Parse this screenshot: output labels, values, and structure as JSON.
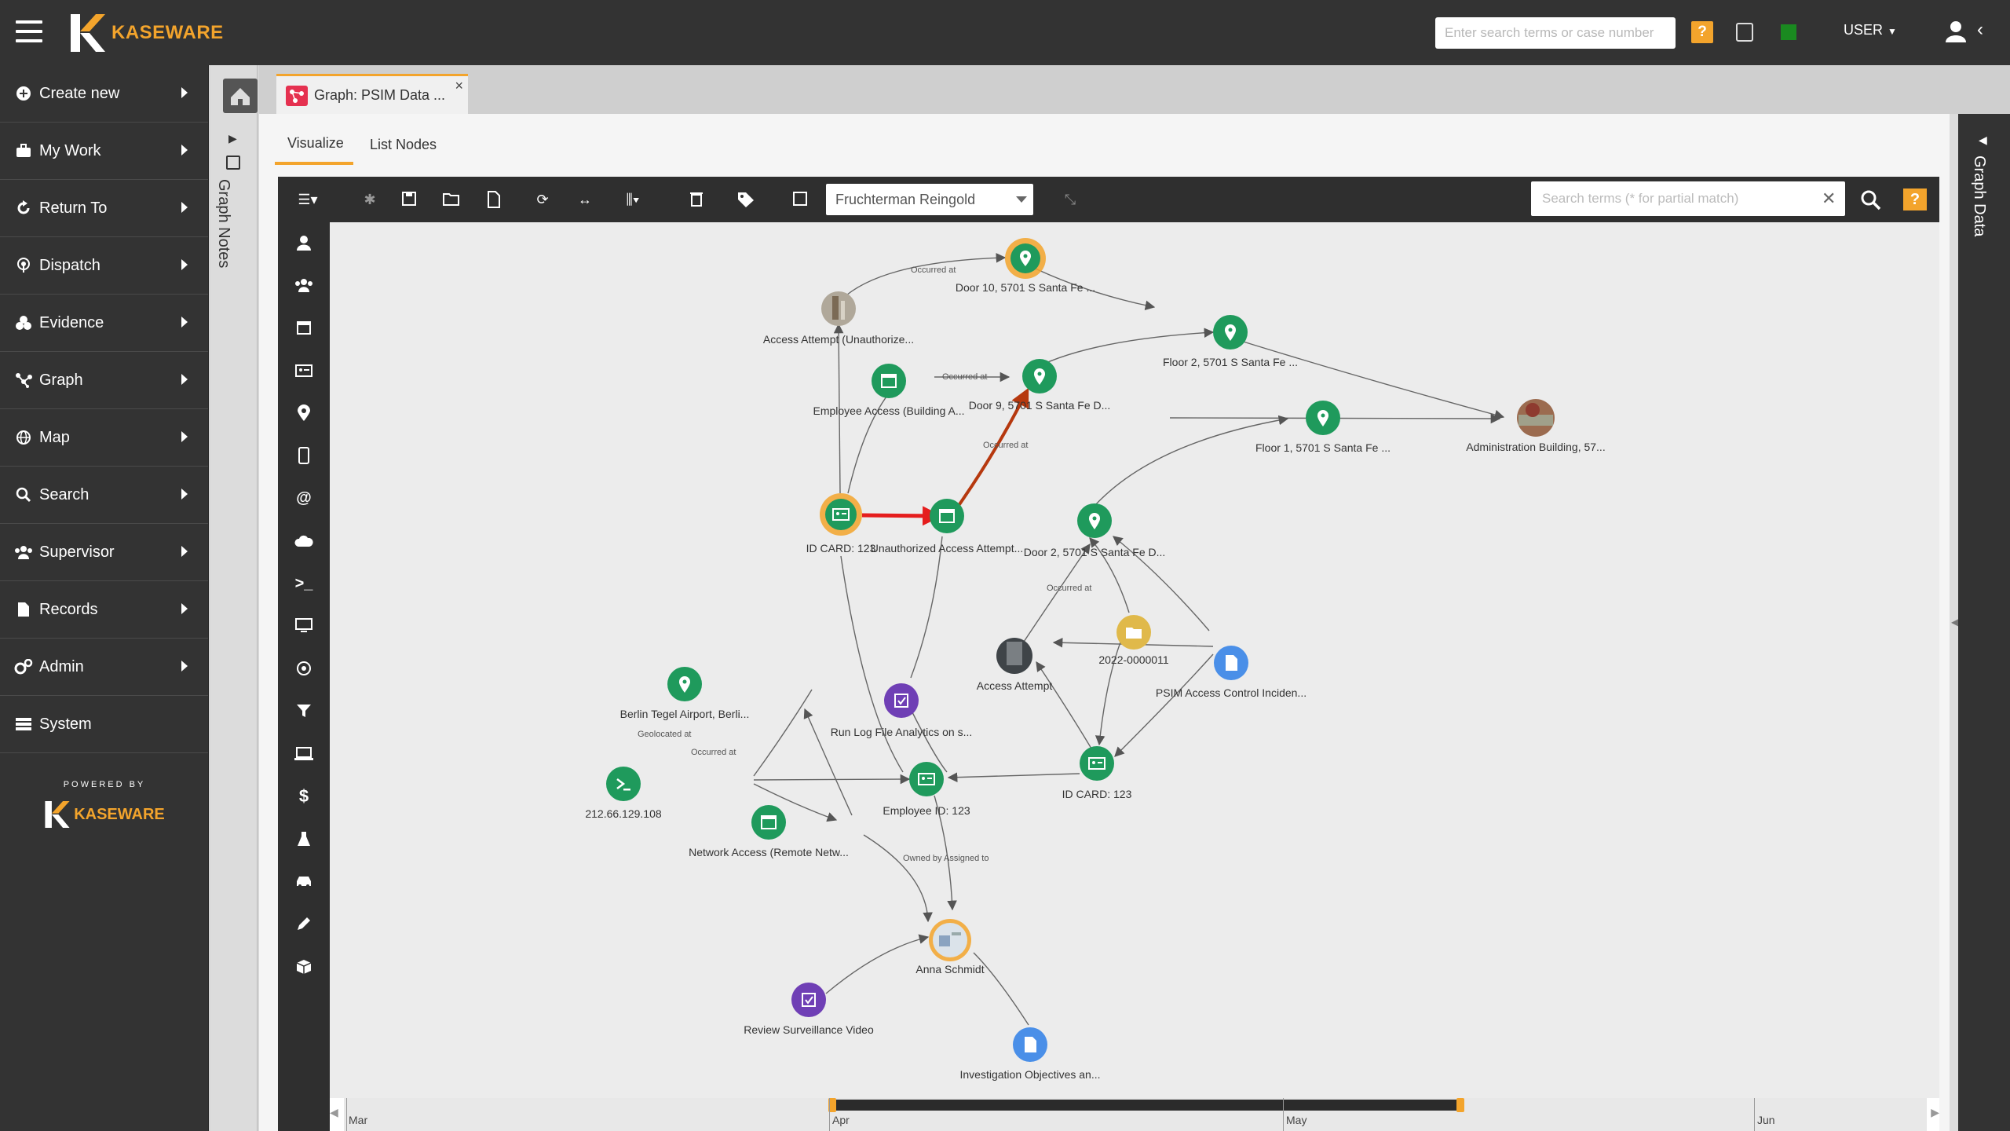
{
  "app": {
    "logo_text": "KASEWARE",
    "search_placeholder": "Enter search terms or case number",
    "help_label": "?",
    "user_label": "USER",
    "colors": {
      "accent": "#f3a42c",
      "topbar": "#333333",
      "node_green": "#1f9a5c",
      "node_purple": "#6f3fb5",
      "node_blue": "#4a8fe8",
      "node_yellow": "#e0b94a",
      "highlight_edge": "#e51d1d",
      "highlight_edge2": "#b6380e"
    }
  },
  "sidebar": {
    "items": [
      {
        "label": "Create new",
        "icon": "plus-circle-icon"
      },
      {
        "label": "My Work",
        "icon": "briefcase-icon"
      },
      {
        "label": "Return To",
        "icon": "refresh-icon"
      },
      {
        "label": "Dispatch",
        "icon": "broadcast-icon"
      },
      {
        "label": "Evidence",
        "icon": "evidence-icon"
      },
      {
        "label": "Graph",
        "icon": "graph-icon"
      },
      {
        "label": "Map",
        "icon": "globe-icon"
      },
      {
        "label": "Search",
        "icon": "search-icon"
      },
      {
        "label": "Supervisor",
        "icon": "users-icon"
      },
      {
        "label": "Records",
        "icon": "document-icon"
      },
      {
        "label": "Admin",
        "icon": "cogs-icon"
      },
      {
        "label": "System",
        "icon": "list-icon"
      }
    ],
    "powered_by": "POWERED BY",
    "powered_logo": "KASEWARE"
  },
  "graph_notes_label": "Graph Notes",
  "graph_data_label": "Graph Data",
  "tab": {
    "title": "Graph: PSIM Data ...",
    "close": "×"
  },
  "subtabs": {
    "visualize": "Visualize",
    "list_nodes": "List Nodes"
  },
  "graph_toolbar": {
    "layout": "Fruchterman Reingold",
    "search_placeholder": "Search terms (* for partial match)",
    "clear": "✕",
    "help": "?"
  },
  "graph": {
    "nodes": [
      {
        "id": "n1",
        "label": "Door 10, 5701 S  Santa Fe ...",
        "kind": "location",
        "highlight": true
      },
      {
        "id": "n2",
        "label": "Access Attempt (Unauthorize...",
        "kind": "photo"
      },
      {
        "id": "n3",
        "label": "Floor 2, 5701 S  Santa Fe ...",
        "kind": "location"
      },
      {
        "id": "n4",
        "label": "Employee Access (Building A...",
        "kind": "event"
      },
      {
        "id": "n5",
        "label": "Door 9, 5701 S  Santa Fe  D...",
        "kind": "location"
      },
      {
        "id": "n6",
        "label": "Floor 1, 5701 S  Santa Fe  ...",
        "kind": "location"
      },
      {
        "id": "n7",
        "label": "Administration Building, 57...",
        "kind": "photo"
      },
      {
        "id": "n8",
        "label": "ID CARD: 123",
        "kind": "idcard",
        "highlight": true
      },
      {
        "id": "n9",
        "label": "Unauthorized Access Attempt...",
        "kind": "event"
      },
      {
        "id": "n10",
        "label": "Door 2, 5701 S  Santa Fe  D...",
        "kind": "location"
      },
      {
        "id": "n11",
        "label": "Access Attempt",
        "kind": "photo"
      },
      {
        "id": "n12",
        "label": "2022-0000011",
        "kind": "case"
      },
      {
        "id": "n13",
        "label": "PSIM Access Control Inciden...",
        "kind": "document"
      },
      {
        "id": "n14",
        "label": "Berlin Tegel Airport, Berli...",
        "kind": "location"
      },
      {
        "id": "n15",
        "label": "Run Log File Analytics on s...",
        "kind": "task"
      },
      {
        "id": "n16",
        "label": "212.66.129.108",
        "kind": "ip"
      },
      {
        "id": "n17",
        "label": "Employee ID: 123",
        "kind": "idcard"
      },
      {
        "id": "n18",
        "label": "ID CARD: 123",
        "kind": "idcard"
      },
      {
        "id": "n19",
        "label": "Network Access (Remote Netw...",
        "kind": "event"
      },
      {
        "id": "n20",
        "label": "Anna  Schmidt",
        "kind": "person",
        "highlight": true
      },
      {
        "id": "n21",
        "label": "Review Surveillance Video",
        "kind": "task"
      },
      {
        "id": "n22",
        "label": "Investigation Objectives an...",
        "kind": "document"
      }
    ],
    "edge_labels": [
      "Occurred at",
      "Occurred at",
      "Occurred at",
      "Occurred at",
      "Geolocated at",
      "Occurred at",
      "Owned by Assigned to"
    ]
  },
  "timeline": {
    "labels": [
      "Mar",
      "Apr",
      "May",
      "Jun"
    ]
  }
}
